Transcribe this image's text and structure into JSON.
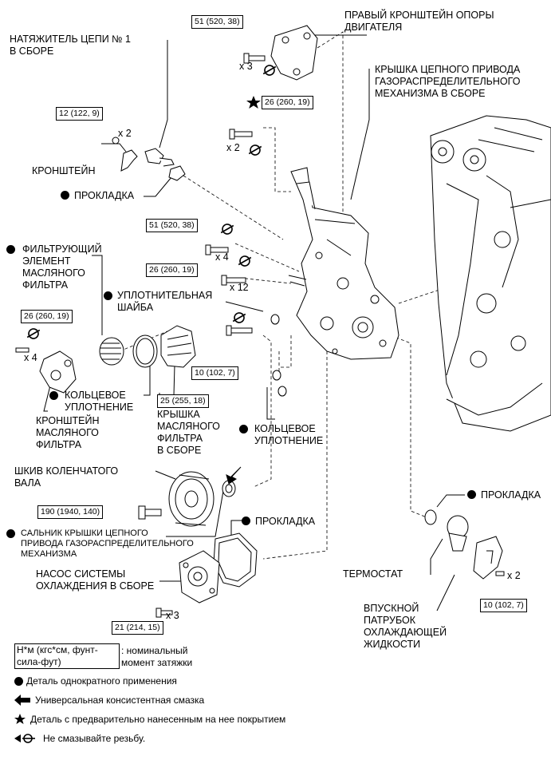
{
  "labels": {
    "right_bracket": "ПРАВЫЙ КРОНШТЕЙН ОПОРЫ\nДВИГАТЕЛЯ",
    "chain_tensioner": "НАТЯЖИТЕЛЬ ЦЕПИ № 1\nВ СБОРЕ",
    "timing_cover": "КРЫШКА ЦЕПНОГО ПРИВОДА\nГАЗОРАСПРЕДЕЛИТЕЛЬНОГО\nМЕХАНИЗМА В СБОРЕ",
    "bracket": "КРОНШТЕЙН",
    "gasket_1": "ПРОКЛАДКА",
    "filter_element": "ФИЛЬТРУЮЩИЙ\nЭЛЕМЕНТ\nМАСЛЯНОГО\nФИЛЬТРА",
    "seal_washer": "УПЛОТНИТЕЛЬНАЯ\nШАЙБА",
    "o_ring_1": "КОЛЬЦЕВОЕ\nУПЛОТНЕНИЕ",
    "filter_bracket": "КРОНШТЕЙН\nМАСЛЯНОГО\nФИЛЬТРА",
    "filter_cap": "КРЫШКА\nМАСЛЯНОГО\nФИЛЬТРА\nВ СБОРЕ",
    "o_ring_2": "КОЛЬЦЕВОЕ\nУПЛОТНЕНИЕ",
    "crank_pulley": "ШКИВ КОЛЕНЧАТОГО\nВАЛА",
    "oil_seal": "САЛЬНИК КРЫШКИ ЦЕПНОГО\nПРИВОДА ГАЗОРАСПРЕДЕЛИТЕЛЬНОГО\nМЕХАНИЗМА",
    "gasket_2": "ПРОКЛАДКА",
    "water_pump": "НАСОС СИСТЕМЫ\nОХЛАЖДЕНИЯ В СБОРЕ",
    "gasket_3": "ПРОКЛАДКА",
    "thermostat": "ТЕРМОСТАТ",
    "inlet": "ВПУСКНОЙ\nПАТРУБОК\nОХЛАЖДАЮЩЕЙ\nЖИДКОСТИ"
  },
  "torques": {
    "t1": "51 (520, 38)",
    "t2": "12 (122, 9)",
    "t3": "26 (260, 19)",
    "t4": "51 (520, 38)",
    "t5": "26 (260, 19)",
    "t6": "26 (260, 19)",
    "t7": "10 (102, 7)",
    "t8": "25 (255, 18)",
    "t9": "190 (1940, 140)",
    "t10": "21 (214, 15)",
    "t11": "10 (102, 7)"
  },
  "counts": {
    "c1": "x 3",
    "c2": "x 2",
    "c3": "x 2",
    "c4": "x 4",
    "c5": "x 12",
    "c6": "x 4",
    "c7": "x 3",
    "c8": "x 2"
  },
  "legend": {
    "unit_box": "Н*м (кгс*см, фунт-\nсила-фут)",
    "unit_desc": ": номинальный\nмомент затяжки",
    "non_reusable": "Деталь однократного применения",
    "grease": "Универсальная консистентная смазка",
    "precoated": "Деталь с предварительно нанесенным на нее покрытием",
    "no_oil": "Не смазывайте резьбу."
  }
}
